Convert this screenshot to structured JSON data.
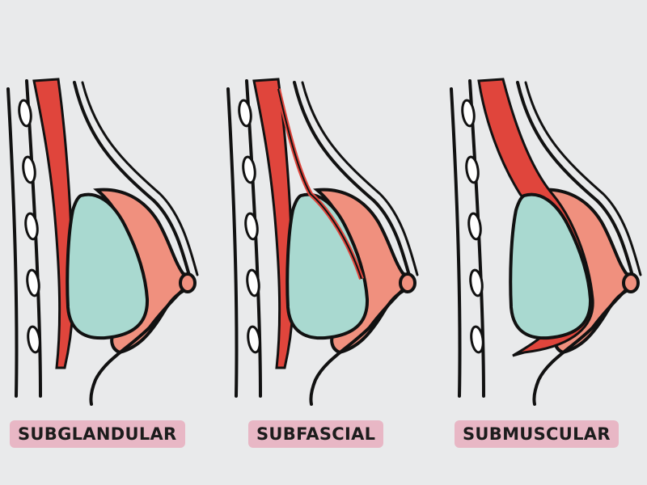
{
  "panels": [
    {
      "label": "SUBGLANDULAR"
    },
    {
      "label": "SUBFASCIAL"
    },
    {
      "label": "SUBMUSCULAR"
    }
  ],
  "colors": {
    "background": "#e9eaeb",
    "muscle": "#e0453c",
    "gland": "#f0907e",
    "implant": "#a9d9d0",
    "outline": "#111111",
    "label_bg": "#e8b7c5"
  }
}
